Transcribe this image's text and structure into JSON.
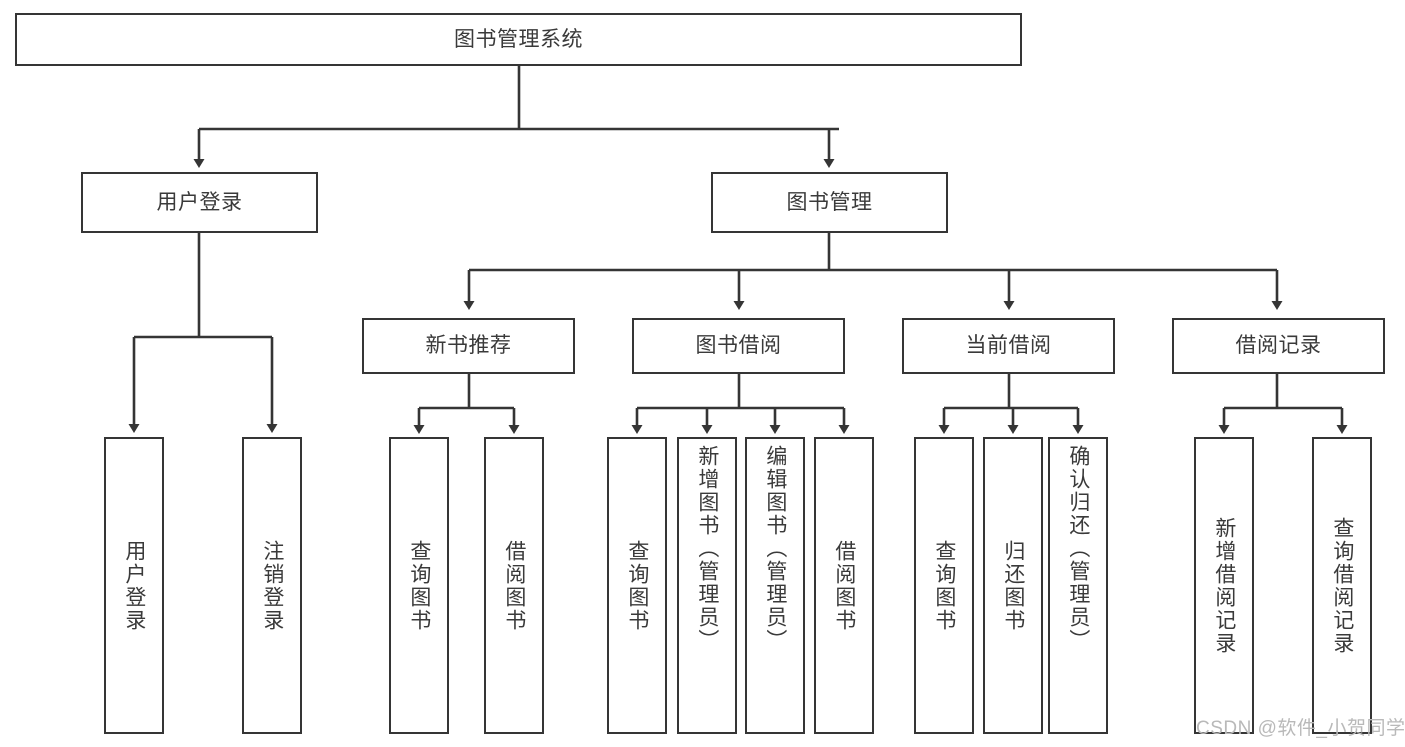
{
  "diagram": {
    "type": "tree",
    "title": "图书管理系统",
    "watermark": "CSDN @软件_小贺同学",
    "colors": {
      "border": "#353535",
      "text": "#3a3a3a",
      "background": "#ffffff",
      "watermark": "#b9b9b9"
    },
    "root": {
      "label": "图书管理系统"
    },
    "level2": [
      {
        "label": "用户登录"
      },
      {
        "label": "图书管理"
      }
    ],
    "level3": [
      {
        "label": "新书推荐"
      },
      {
        "label": "图书借阅"
      },
      {
        "label": "当前借阅"
      },
      {
        "label": "借阅记录"
      }
    ],
    "leaves": {
      "user_login": [
        {
          "label": "用户登录"
        },
        {
          "label": "注销登录"
        }
      ],
      "new_book": [
        {
          "label": "查询图书"
        },
        {
          "label": "借阅图书"
        }
      ],
      "book_borrow": [
        {
          "label": "查询图书"
        },
        {
          "label": "新增图书（管理员）"
        },
        {
          "label": "编辑图书（管理员）"
        },
        {
          "label": "借阅图书"
        }
      ],
      "current_borrow": [
        {
          "label": "查询图书"
        },
        {
          "label": "归还图书"
        },
        {
          "label": "确认归还（管理员）"
        }
      ],
      "borrow_record": [
        {
          "label": "新增借阅记录"
        },
        {
          "label": "查询借阅记录"
        }
      ]
    }
  }
}
